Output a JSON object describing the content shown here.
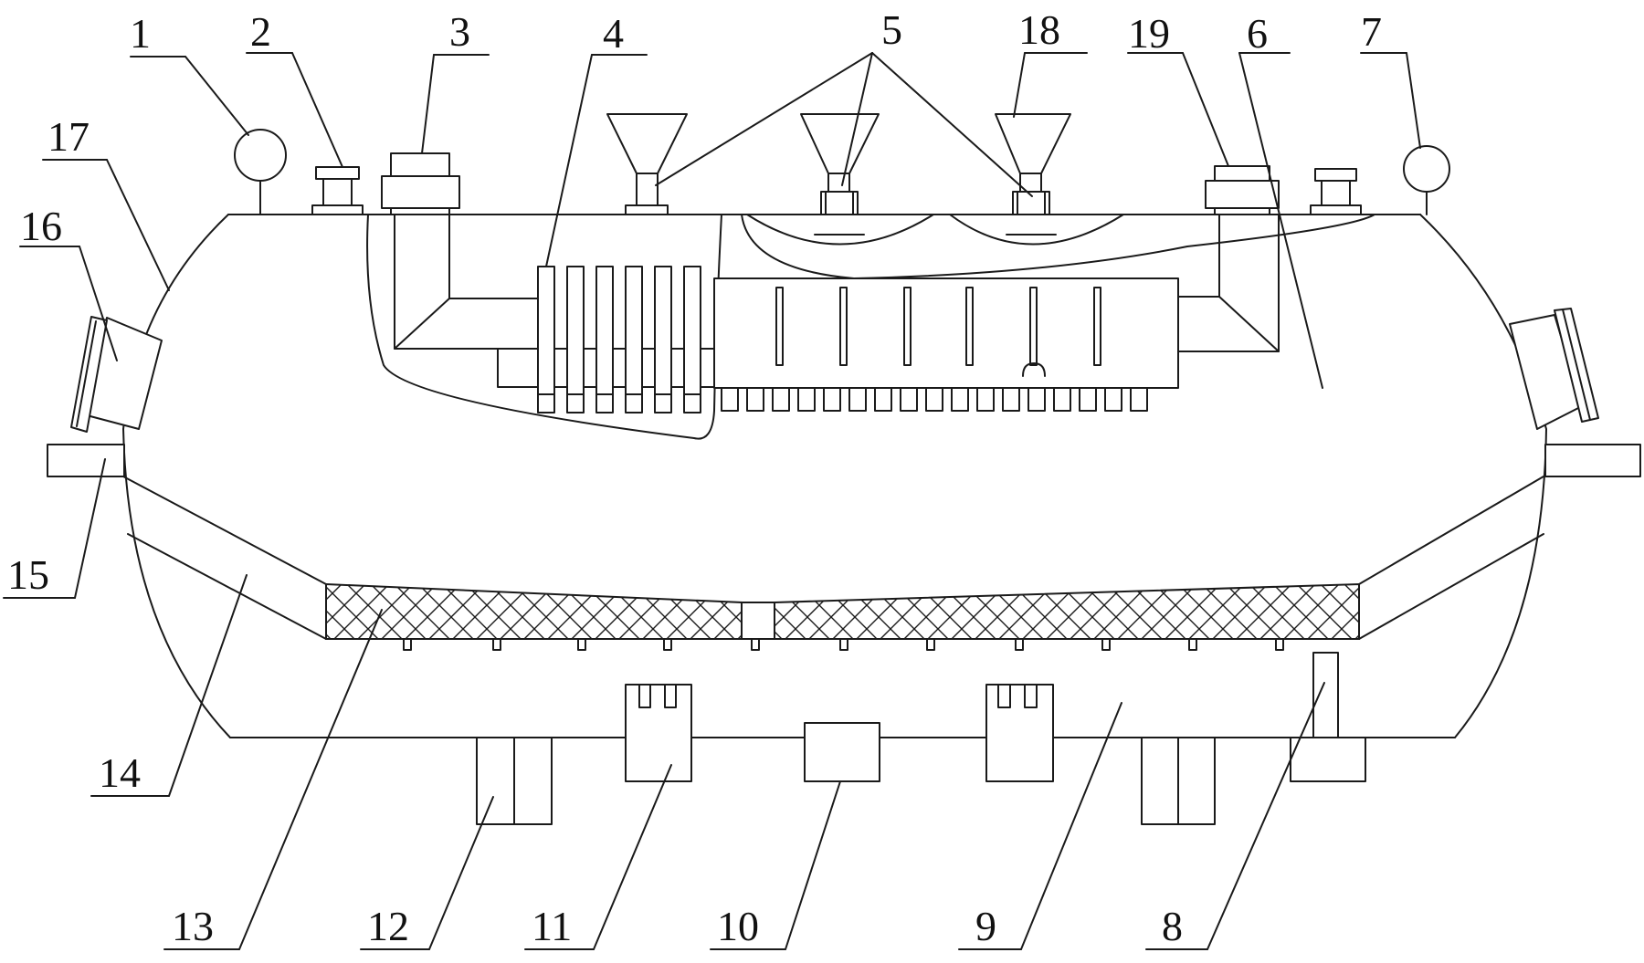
{
  "labels": [
    {
      "id": "1",
      "text": "1"
    },
    {
      "id": "2",
      "text": "2"
    },
    {
      "id": "3",
      "text": "3"
    },
    {
      "id": "4",
      "text": "4"
    },
    {
      "id": "5",
      "text": "5"
    },
    {
      "id": "18",
      "text": "18"
    },
    {
      "id": "19",
      "text": "19"
    },
    {
      "id": "6",
      "text": "6"
    },
    {
      "id": "7",
      "text": "7"
    },
    {
      "id": "17",
      "text": "17"
    },
    {
      "id": "16",
      "text": "16"
    },
    {
      "id": "15",
      "text": "15"
    },
    {
      "id": "14",
      "text": "14"
    },
    {
      "id": "13",
      "text": "13"
    },
    {
      "id": "12",
      "text": "12"
    },
    {
      "id": "11",
      "text": "11"
    },
    {
      "id": "10",
      "text": "10"
    },
    {
      "id": "9",
      "text": "9"
    },
    {
      "id": "8",
      "text": "8"
    }
  ]
}
